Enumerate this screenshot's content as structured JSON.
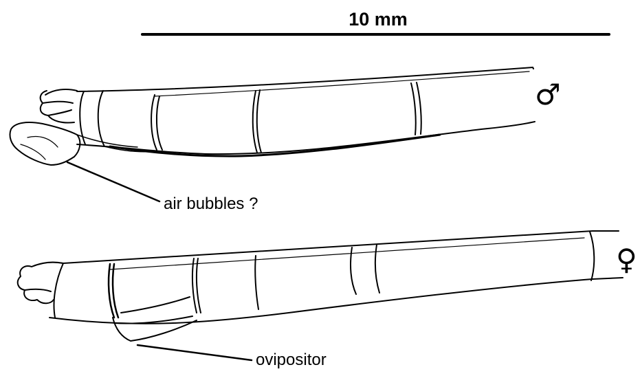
{
  "scale_bar": {
    "label": "10 mm"
  },
  "male": {
    "symbol": "♂",
    "callout": "air bubbles ?"
  },
  "female": {
    "symbol": "♀",
    "callout": "ovipositor"
  },
  "ink_color": "#000000",
  "background_color": "#ffffff"
}
